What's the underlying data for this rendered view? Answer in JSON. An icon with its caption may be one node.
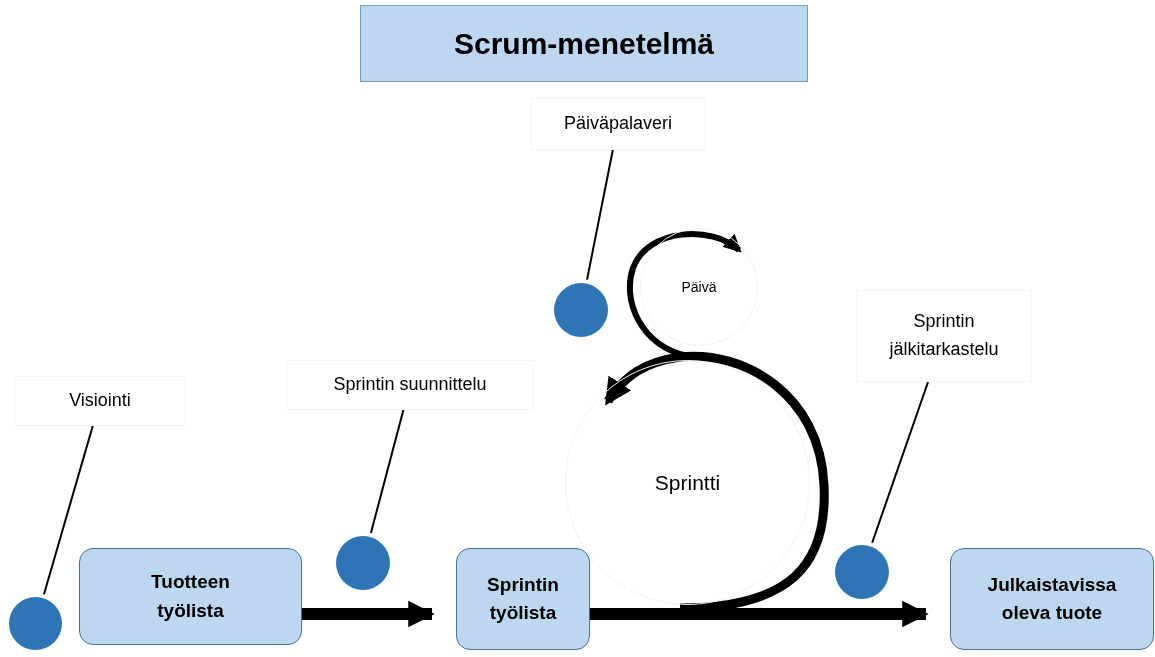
{
  "diagram": {
    "title": "Scrum-menetelmä",
    "nodes": [
      {
        "text": [
          "Visiointi"
        ]
      },
      {
        "text": [],
        "shape": "circle"
      },
      {
        "text": [
          "Tuotteen työlista"
        ]
      },
      {
        "text": [
          "Sprintin suunnittelu"
        ]
      },
      {
        "text": [],
        "shape": "circle"
      },
      {
        "text": [
          "Sprintin työlista"
        ]
      },
      {
        "text": [
          "Päiväpalaveri"
        ]
      },
      {
        "text": [],
        "shape": "circle"
      },
      {
        "text": [
          "Päivä"
        ]
      },
      {
        "text": [
          "Sprintti"
        ]
      },
      {
        "text": [
          "Sprintin jälkitarkastelu"
        ]
      },
      {
        "text": [],
        "shape": "circle"
      },
      {
        "text": [
          "Julkaistavissa oleva tuote"
        ]
      }
    ],
    "edges": [
      {
        "from": 0,
        "to": 1,
        "arrow": "none"
      },
      {
        "from": 3,
        "to": 4,
        "arrow": "none"
      },
      {
        "from": 6,
        "to": 7,
        "arrow": "none"
      },
      {
        "from": 10,
        "to": 11,
        "arrow": "none"
      },
      {
        "from": 2,
        "to": 5,
        "arrow": "to",
        "style": "thick"
      },
      {
        "from": 5,
        "to": 12,
        "arrow": "to",
        "style": "thick"
      },
      {
        "from": null,
        "to": 9,
        "arrow": "to",
        "style": "thick"
      },
      {
        "from": 9,
        "to": 8,
        "arrow": "to",
        "style": "thick"
      }
    ]
  }
}
